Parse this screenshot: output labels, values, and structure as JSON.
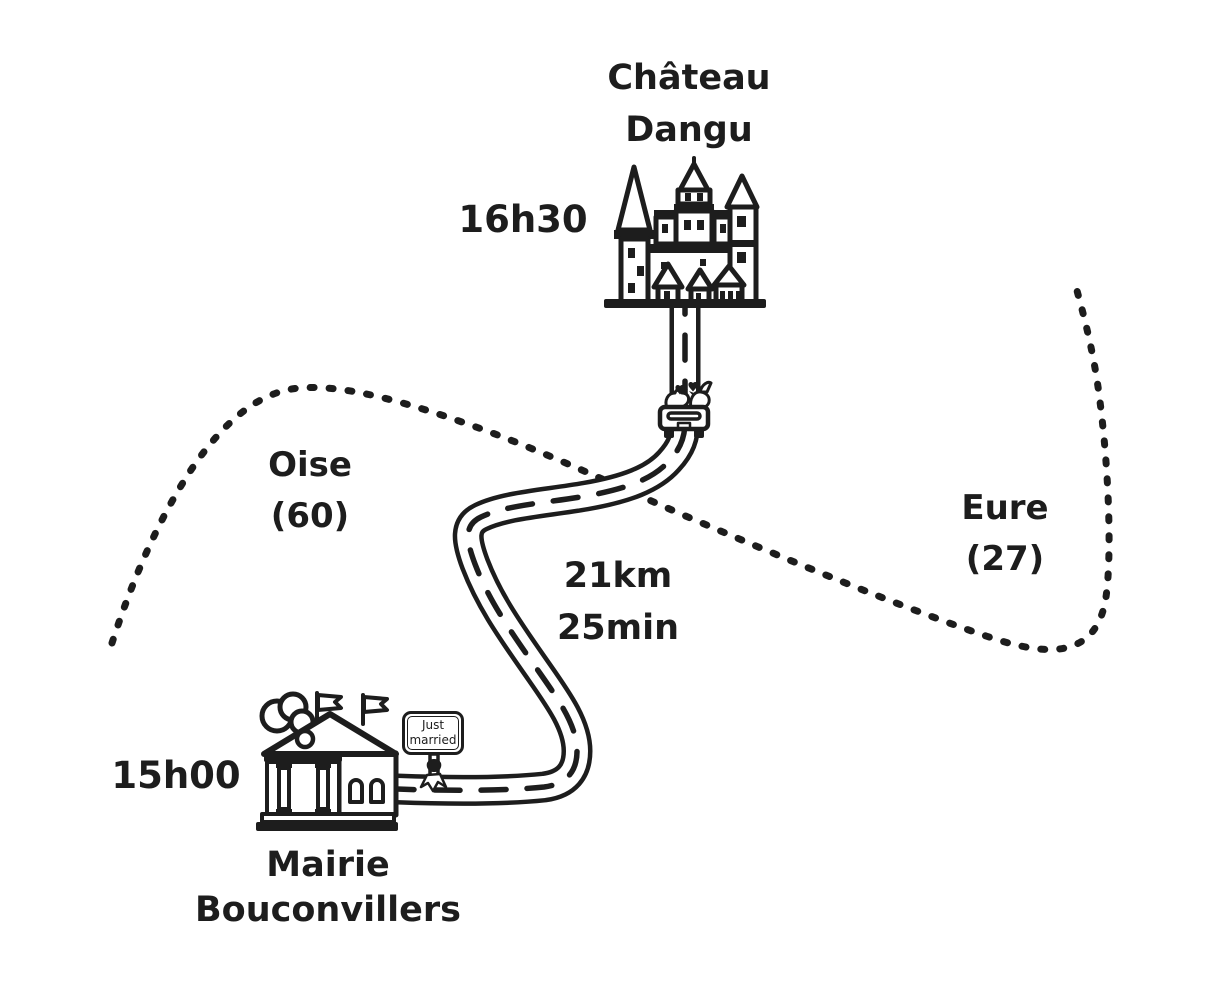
{
  "destination": {
    "name_line1": "Château",
    "name_line2": "Dangu",
    "time": "16h30"
  },
  "origin": {
    "name_line1": "Mairie",
    "name_line2": "Bouconvillers",
    "time": "15h00"
  },
  "route": {
    "distance": "21km",
    "duration": "25min"
  },
  "regions": {
    "left": {
      "name": "Oise",
      "code": "(60)"
    },
    "right": {
      "name": "Eure",
      "code": "(27)"
    }
  },
  "car_sign": {
    "line1": "Just",
    "line2": "married"
  },
  "icons": {
    "castle": "castle-icon",
    "town_hall": "town-hall-icon",
    "wedding_car": "wedding-car-icon",
    "just_married_sign": "just-married-sign",
    "road": "road-path",
    "department_boundary": "department-boundary-dotted-line"
  },
  "colors": {
    "ink": "#1d1d1d",
    "background": "#ffffff"
  }
}
